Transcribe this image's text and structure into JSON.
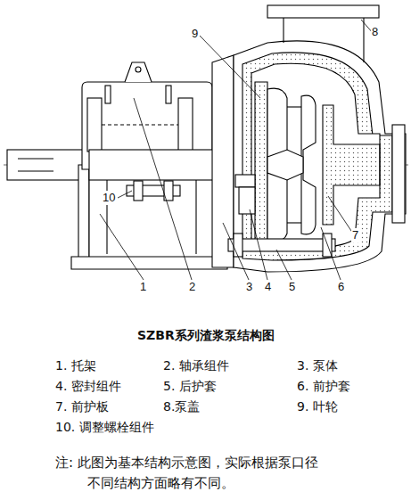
{
  "diagram": {
    "title": "SZBR系列渣浆泵结构图",
    "labels": [
      "9",
      "8",
      "10",
      "1",
      "2",
      "3",
      "4",
      "5",
      "6",
      "7",
      "1. 托架",
      "2. 轴承组件",
      "3. 泵体",
      "4. 密封组件",
      "5. 后护套",
      "6. 前护套",
      "7. 前护板",
      "8.泵盖",
      "9. 叶轮",
      "10. 调整螺栓组件",
      "注:  此图为基本结构示意图，实际根据泵口径 不同结构方面略有不同。"
    ]
  }
}
